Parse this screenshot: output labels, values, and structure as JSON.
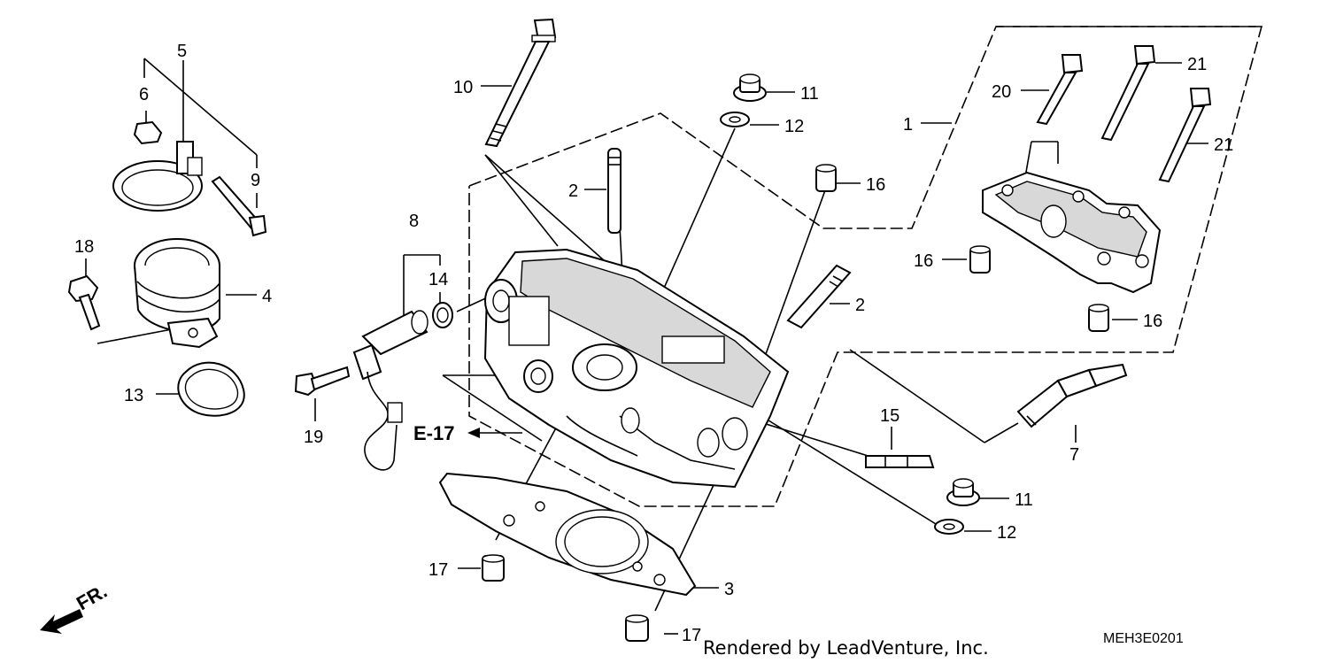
{
  "callouts": {
    "p1": "1",
    "p2a": "2",
    "p2b": "2",
    "p3": "3",
    "p4": "4",
    "p5": "5",
    "p6": "6",
    "p7": "7",
    "p8": "8",
    "p9": "9",
    "p10": "10",
    "p11a": "11",
    "p11b": "11",
    "p12a": "12",
    "p12b": "12",
    "p13": "13",
    "p14": "14",
    "p15": "15",
    "p16a": "16",
    "p16b": "16",
    "p16c": "16",
    "p17a": "17",
    "p17b": "17",
    "p18": "18",
    "p19": "19",
    "p20": "20",
    "p21a": "21",
    "p21b": "21"
  },
  "ref": {
    "label": "E-17"
  },
  "front": {
    "label": "FR."
  },
  "footer": {
    "credit": "Rendered by LeadVenture, Inc.",
    "code": "MEH3E0201"
  }
}
